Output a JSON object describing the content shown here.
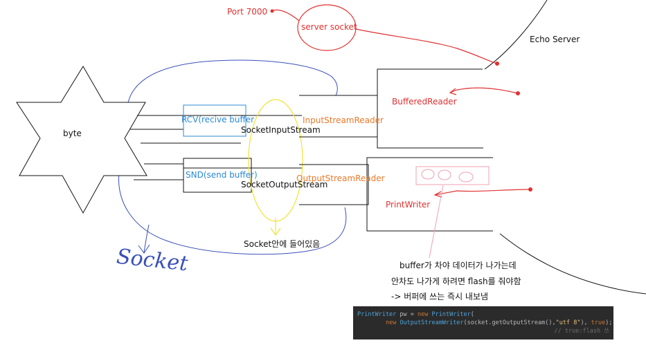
{
  "labels": {
    "port": "Port 7000",
    "server_socket": "server socket",
    "echo_server": "Echo Server",
    "byte": "byte",
    "rcv": "RCV(recive buffer",
    "socket_input_stream": "SocketInputStream",
    "input_stream_reader": "InputStreamReader",
    "buffered_reader": "BufferedReader",
    "snd": "SND(send buffer)",
    "socket_output_stream": "SocketOutputStream",
    "output_stream_reader": "OutputStreamReader",
    "print_writer": "PrintWriter",
    "socket_handwritten": "Socket",
    "inside_socket": "Socket안에 들어있음",
    "note_line1": "buffer가 차야 데이터가 나가는데",
    "note_line2": "안차도 나가게 하려면 flash를 줘야함",
    "note_line3": "-> 버퍼에 쓰는 즉시 내보냄"
  },
  "code": {
    "line1_type": "PrintWriter",
    "line1_rest": " pw = ",
    "line1_new": "new",
    "line1_ctor": " PrintWriter",
    "line1_paren": "(",
    "line2_new": "new",
    "line2_ctor": " OutputStreamWriter",
    "line2_args": "(socket.getOutputStream(),",
    "line2_str": "\"utf 8\"",
    "line2_end": "), ",
    "line2_true": "true",
    "line2_close": ");",
    "line3_comment": "// true:flash 쓰"
  },
  "colors": {
    "red": "#e03030",
    "orange": "#e87a2a",
    "blue": "#2a8ad6",
    "yellow": "#f2e234",
    "navy": "#3a4fb8",
    "pink": "#f0a0b0"
  }
}
